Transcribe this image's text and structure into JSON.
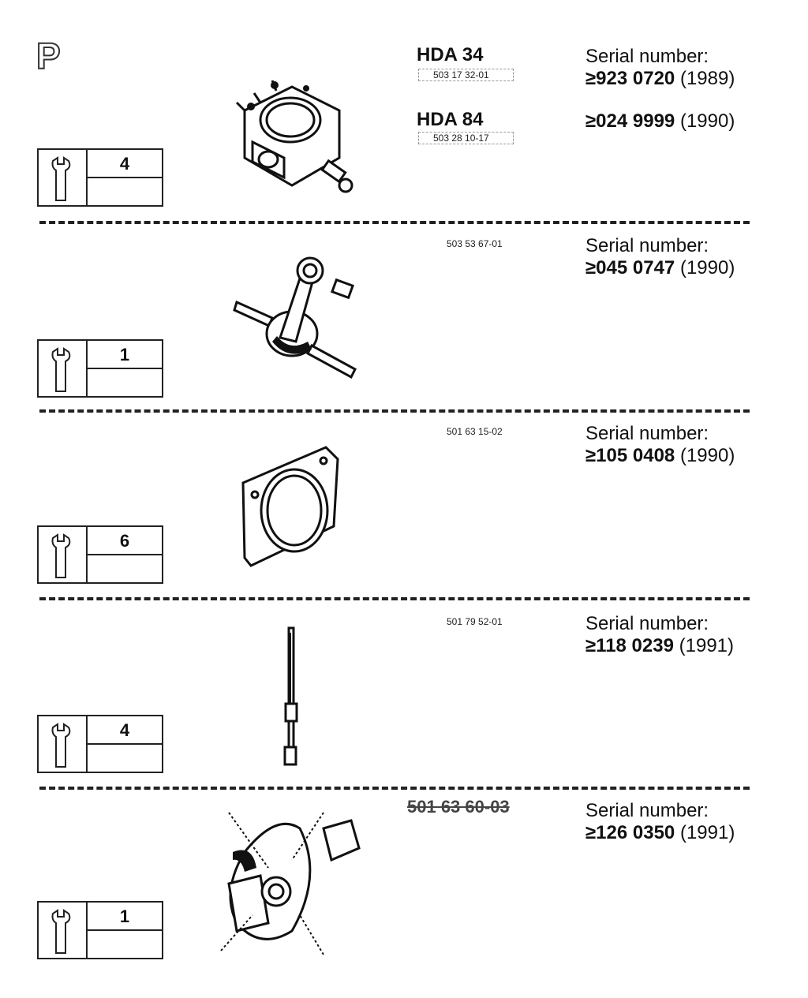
{
  "page": {
    "letter": "P"
  },
  "sections": [
    {
      "tool_qty": "4",
      "models": [
        {
          "name": "HDA 34",
          "part_number": "503 17 32-01"
        },
        {
          "name": "HDA 84",
          "part_number": "503 28 10-17"
        }
      ],
      "serial_label": "Serial number:",
      "serials": [
        {
          "number": "≥923 0720",
          "year": "(1989)"
        },
        {
          "number": "≥024 9999",
          "year": "(1990)"
        }
      ],
      "illustration": "carburetor-icon"
    },
    {
      "tool_qty": "1",
      "part_number": "503 53 67-01",
      "serial_label": "Serial number:",
      "serial_number": "≥045 0747",
      "serial_year": "(1990)",
      "illustration": "crankshaft-icon"
    },
    {
      "tool_qty": "6",
      "part_number": "501 63 15-02",
      "serial_label": "Serial number:",
      "serial_number": "≥105 0408",
      "serial_year": "(1990)",
      "illustration": "gasket-plate-icon"
    },
    {
      "tool_qty": "4",
      "part_number": "501 79 52-01",
      "serial_label": "Serial number:",
      "serial_number": "≥118 0239",
      "serial_year": "(1991)",
      "illustration": "fuel-hose-icon"
    },
    {
      "tool_qty": "1",
      "part_number": "501 63 60-03",
      "serial_label": "Serial number:",
      "serial_number": "≥126 0350",
      "serial_year": "(1991)",
      "illustration": "clutch-icon"
    }
  ]
}
